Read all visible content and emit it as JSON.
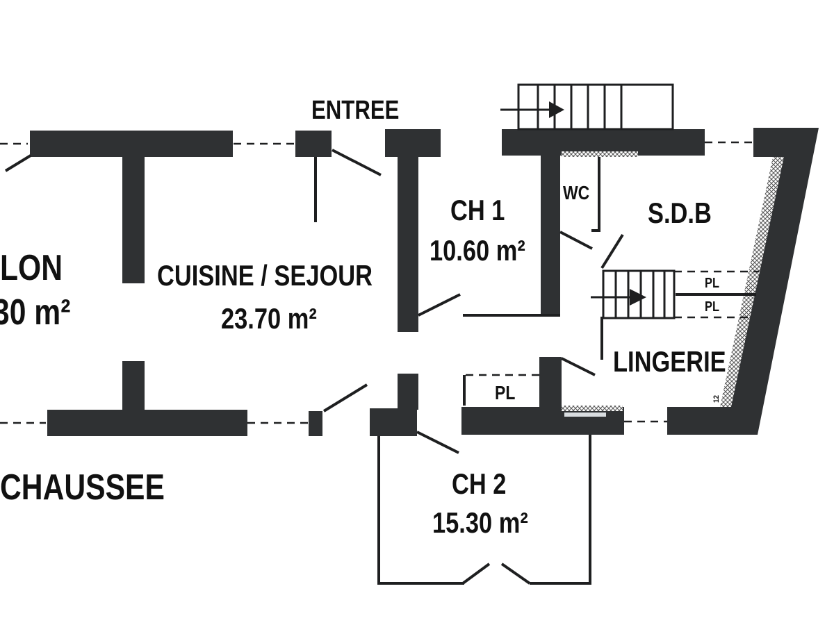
{
  "labels": {
    "salon_name": "LON",
    "salon_area": "30 m²",
    "cuisine_sejour_name": "CUISINE / SEJOUR",
    "cuisine_sejour_area": "23.70 m²",
    "entree": "ENTREE",
    "ch1_name": "CH 1",
    "ch1_area": "10.60 m²",
    "wc": "WC",
    "sdb": "S.D.B",
    "pl_upper": "PL",
    "pl_lower": "PL",
    "lingerie": "LINGERIE",
    "pl_corridor": "PL",
    "ch2_name": "CH 2",
    "ch2_area": "15.30 m²",
    "chaussee": "CHAUSSEE",
    "wall_mark": "12"
  },
  "colors": {
    "wall": "#2f3133",
    "line": "#1e1f20",
    "background": "#ffffff"
  }
}
